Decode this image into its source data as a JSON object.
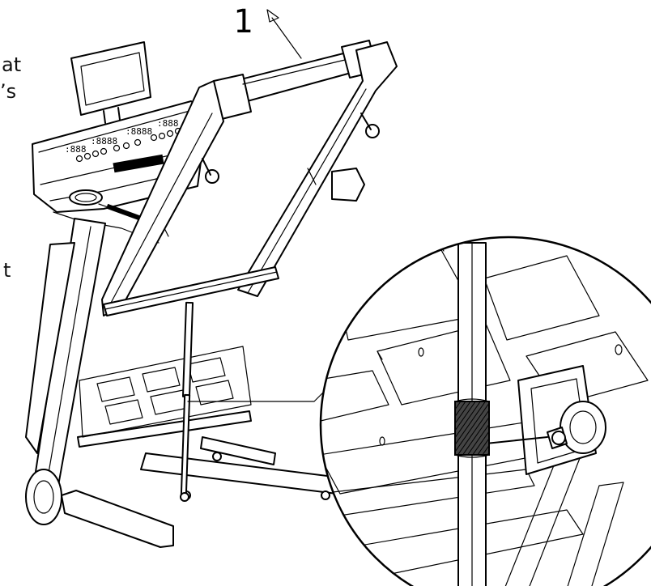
{
  "callout": {
    "number": "1"
  },
  "margin_text": [
    "at",
    "’s",
    "t"
  ],
  "console": {
    "displays": [
      ":888",
      ":8888",
      ":8888",
      ":888"
    ]
  },
  "colors": {
    "line": "#000000",
    "paper": "#ffffff",
    "grip": "#333333"
  }
}
